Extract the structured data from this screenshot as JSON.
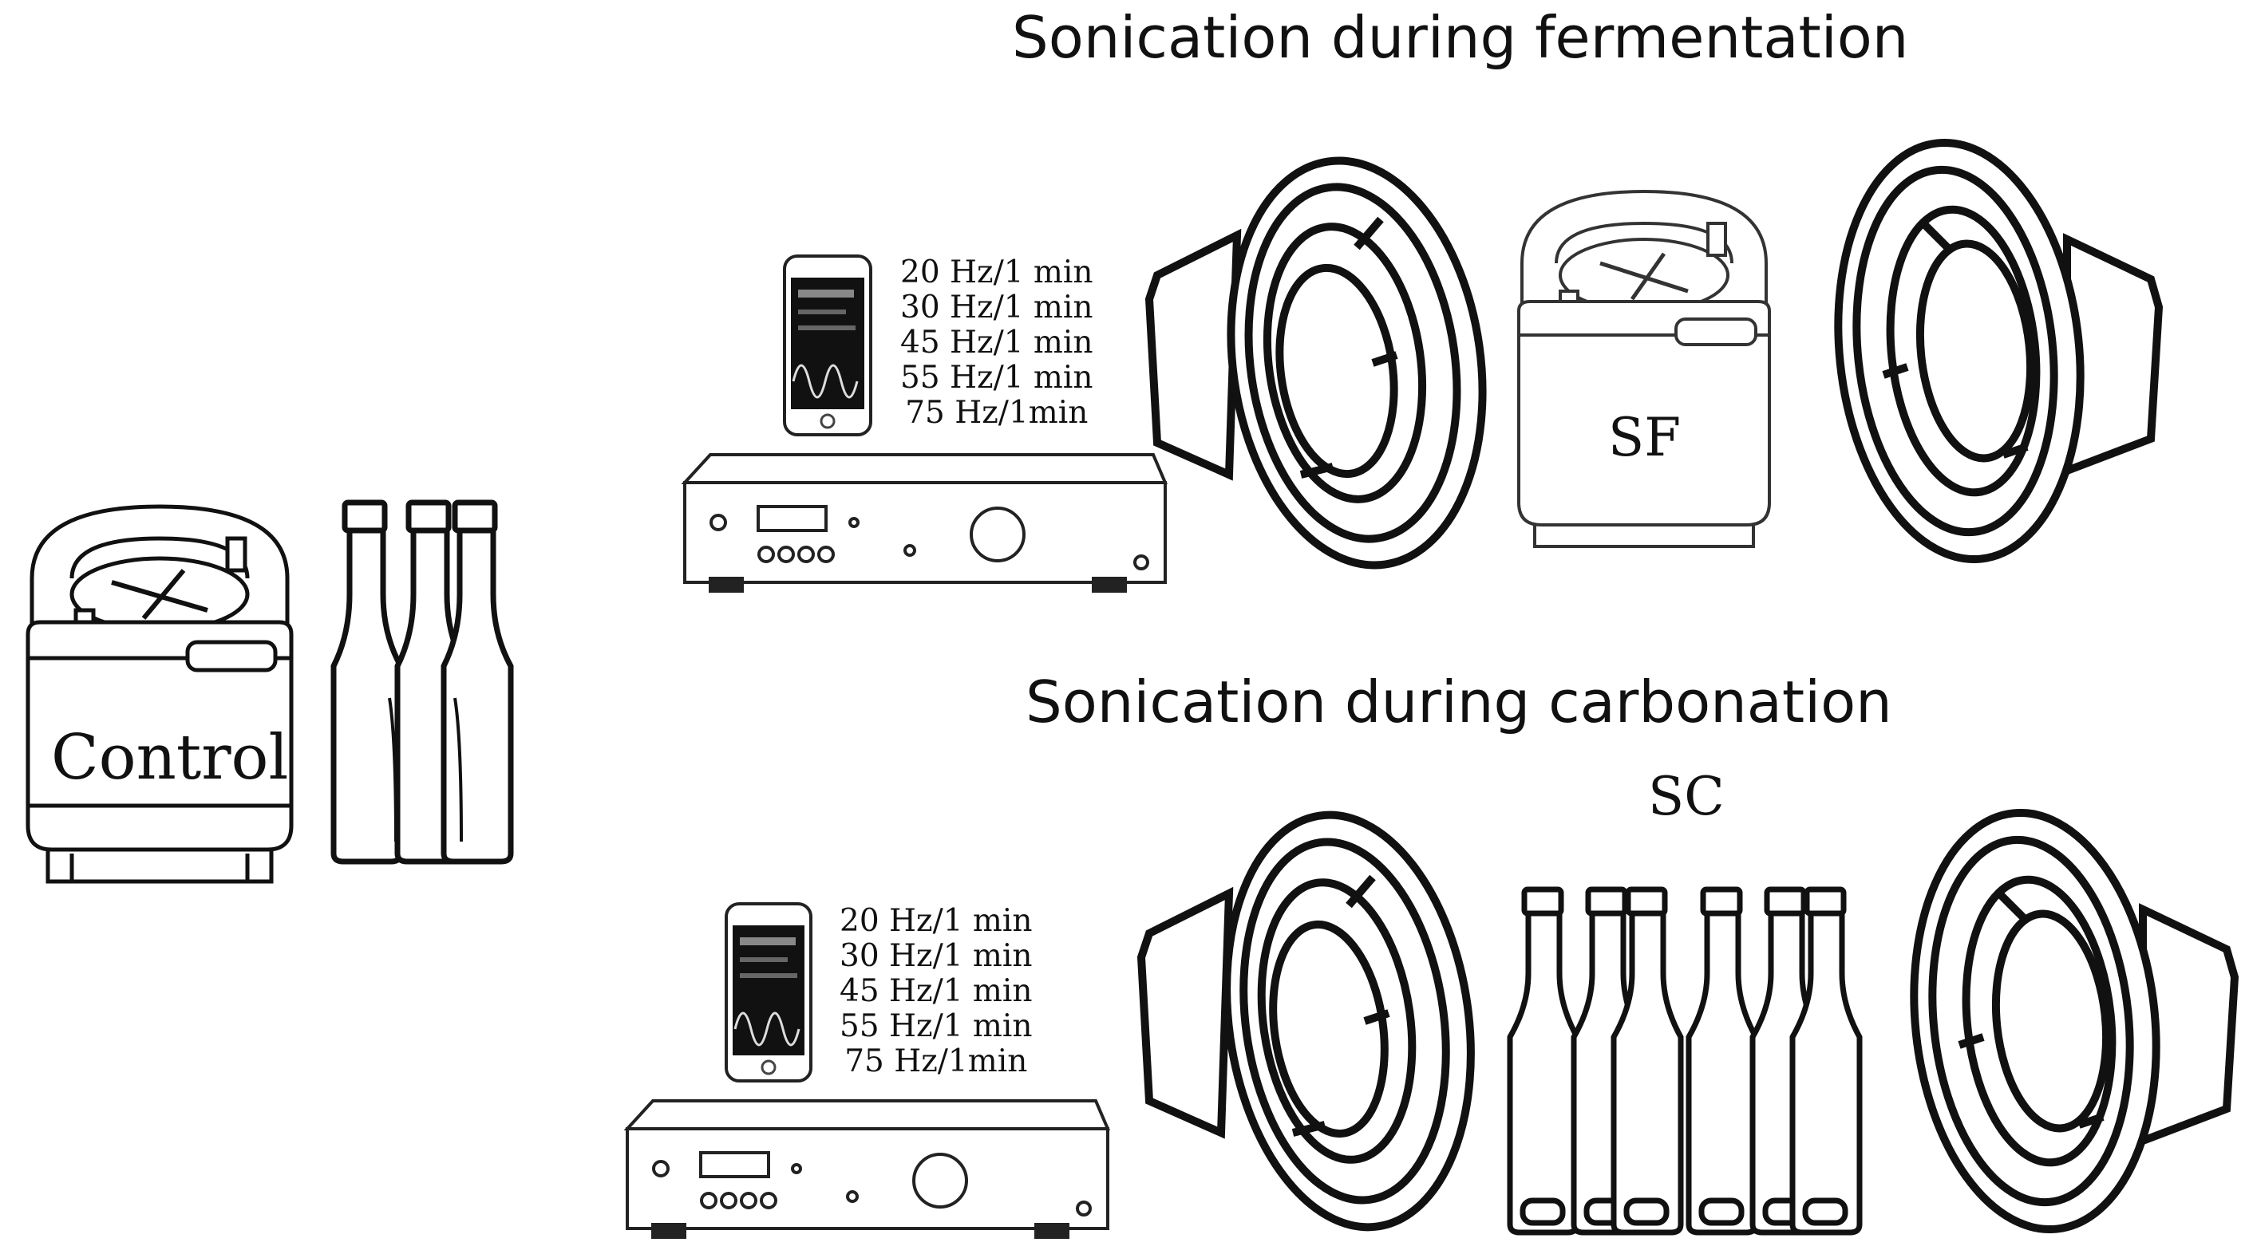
{
  "titles": {
    "fermentation": "Sonication during fermentation",
    "carbonation": "Sonication during carbonation"
  },
  "labels": {
    "control": "Control",
    "sf": "SF",
    "sc": "SC"
  },
  "frequency_protocol_top": [
    "20 Hz/1 min",
    "30 Hz/1 min",
    "45 Hz/1 min",
    "55 Hz/1 min",
    "75 Hz/1min"
  ],
  "frequency_protocol_bottom": [
    "20 Hz/1 min",
    "30 Hz/1 min",
    "45 Hz/1 min",
    "55 Hz/1 min",
    "75 Hz/1min"
  ],
  "icons": {
    "keg": "keg-icon",
    "bottle": "beer-bottle-icon",
    "speaker": "speaker-icon",
    "phone": "smartphone-icon",
    "amplifier": "amplifier-icon"
  }
}
